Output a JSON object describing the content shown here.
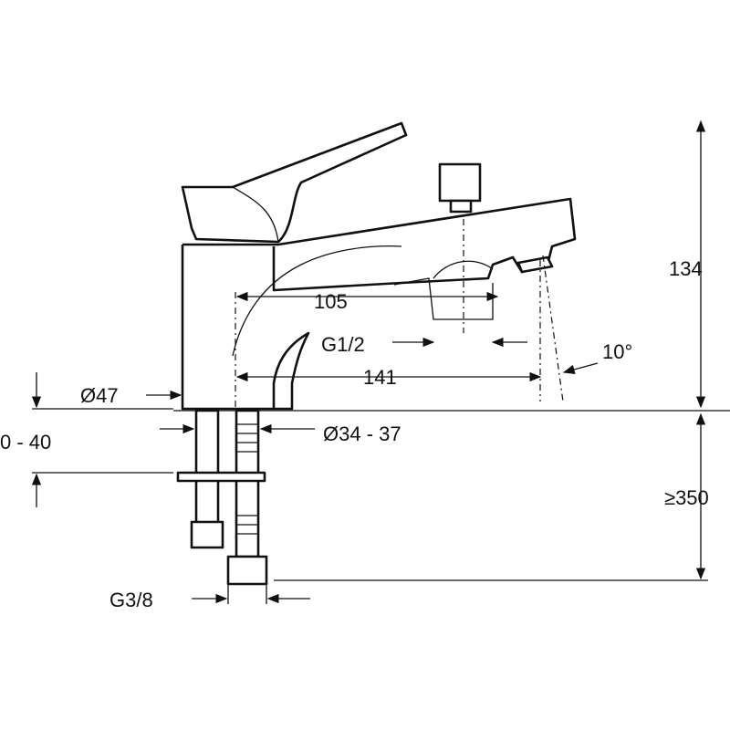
{
  "dimensions": {
    "height_top": "134",
    "spout_length": "105",
    "thread_inlet": "G1/2",
    "angle": "10°",
    "base_diameter": "Ø47",
    "spout_reach": "141",
    "deck_thickness": "0 - 40",
    "hole_diameter": "Ø34 - 37",
    "min_height_below": "≥350",
    "thread_supply": "G3/8"
  }
}
